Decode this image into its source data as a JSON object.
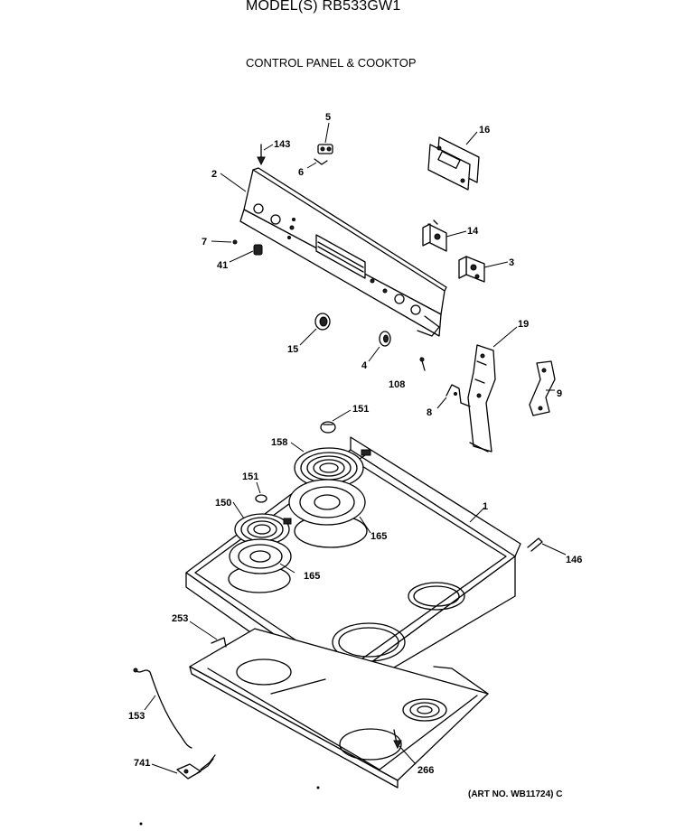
{
  "header": {
    "title": "MODEL(S) RB533GW1",
    "subtitle": "CONTROL PANEL & COOKTOP",
    "art_number": "(ART NO. WB11724) C"
  },
  "part_labels": [
    "5",
    "143",
    "16",
    "2",
    "6",
    "14",
    "7",
    "3",
    "41",
    "19",
    "15",
    "4",
    "108",
    "9",
    "8",
    "151",
    "158",
    "151",
    "150",
    "165",
    "165",
    "1",
    "146",
    "253",
    "153",
    "741",
    "266"
  ]
}
